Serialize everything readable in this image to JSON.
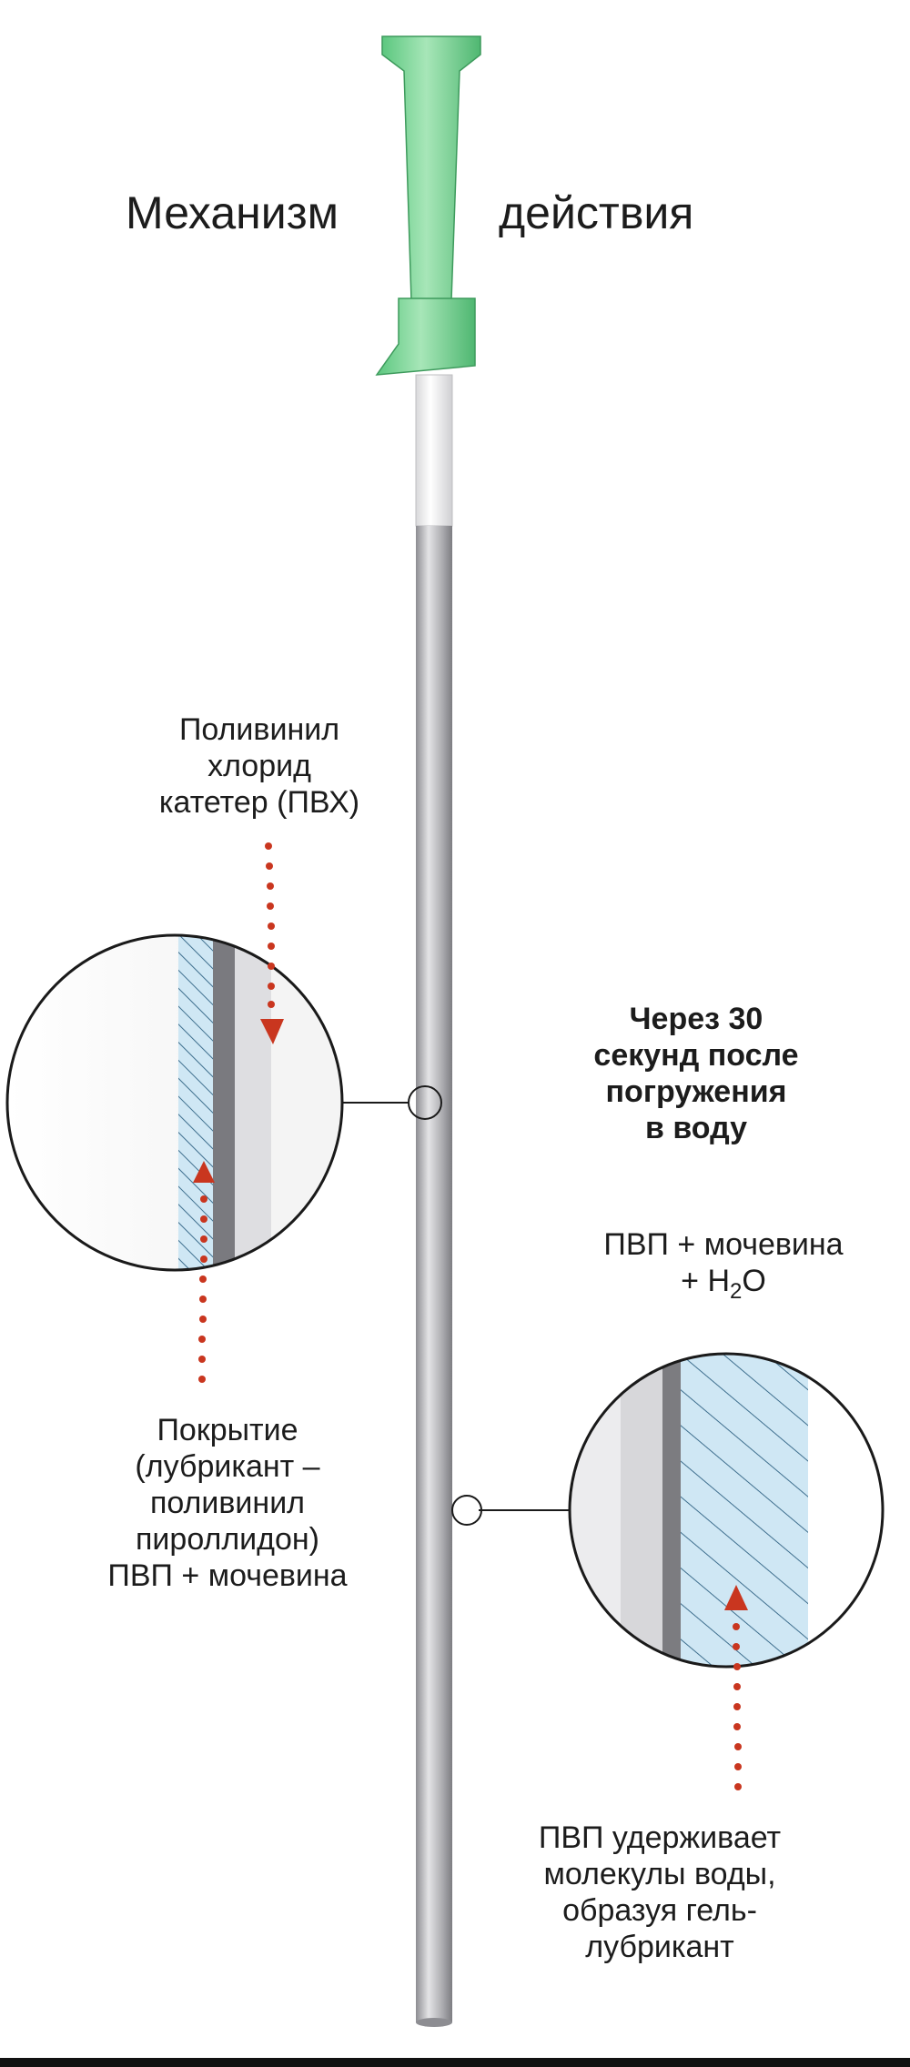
{
  "title": {
    "left": "Механизм",
    "right": "действия"
  },
  "labels": {
    "pvc": [
      "Поливинил",
      "хлорид",
      "катетер (ПВХ)"
    ],
    "coating": [
      "Покрытие",
      "(лубрикант –",
      "поливинил",
      "пироллидон)",
      "ПВП + мочевина"
    ],
    "after": [
      "Через 30",
      "секунд после",
      "погружения",
      "в воду"
    ],
    "formula_line1": "ПВП + мочевина",
    "formula_line2_prefix": "+ H",
    "formula_line2_sub": "2",
    "formula_line2_suffix": "O",
    "retains": [
      "ПВП удерживает",
      "молекулы воды,",
      "образуя гель-",
      "лубрикант"
    ]
  },
  "colors": {
    "connector_green": "#86d9a0",
    "tube_gray": "#b5b5b9",
    "coating_blue": "#cfe7f4",
    "arrow_red": "#c9361f"
  }
}
